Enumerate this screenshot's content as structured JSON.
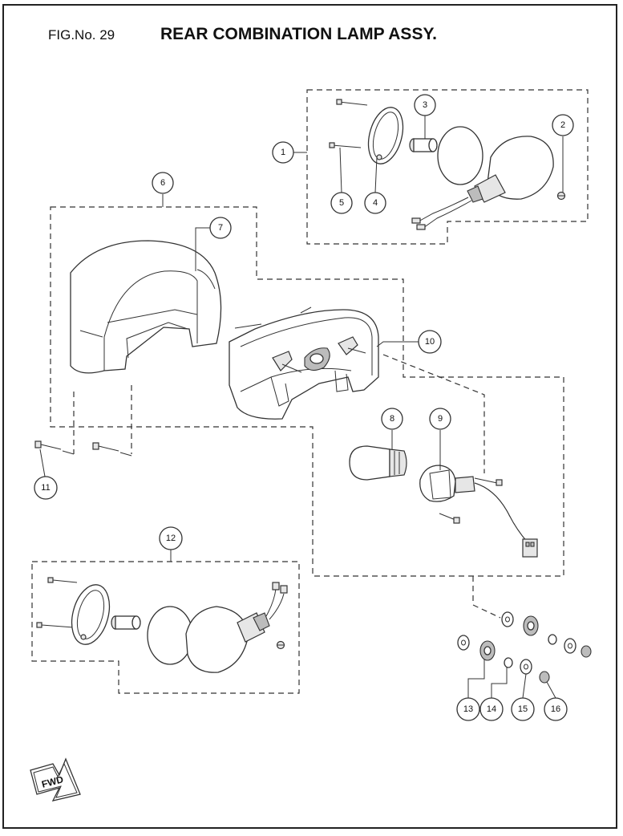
{
  "header": {
    "fig_label": "FIG.No. 29",
    "title": "REAR COMBINATION LAMP ASSY."
  },
  "callouts": [
    "1",
    "2",
    "3",
    "4",
    "5",
    "6",
    "7",
    "8",
    "9",
    "10",
    "11",
    "12",
    "13",
    "14",
    "15",
    "16"
  ],
  "direction_label": "FWD"
}
